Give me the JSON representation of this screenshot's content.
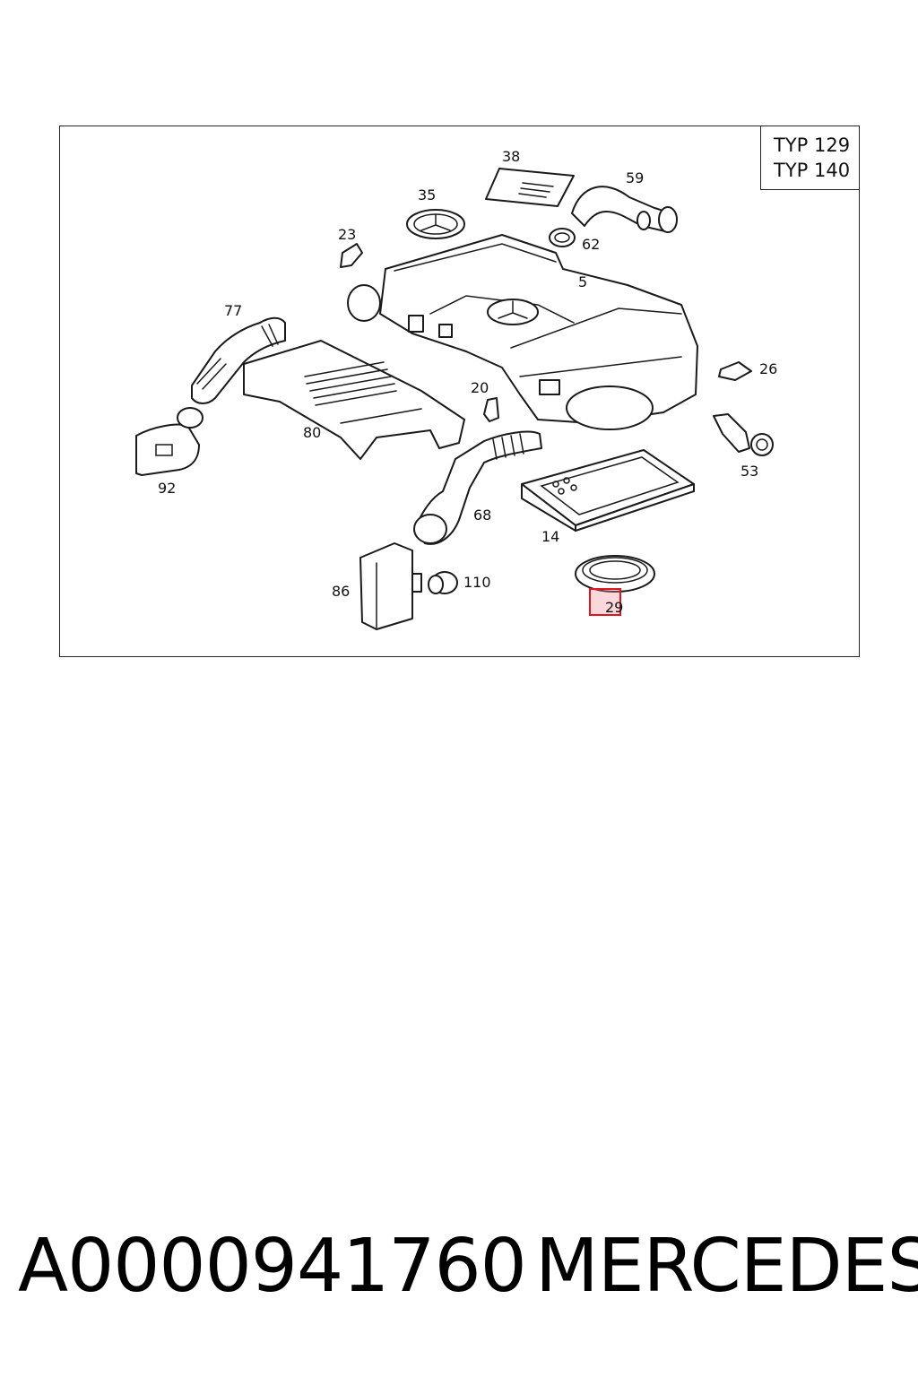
{
  "type_box": [
    "TYP 129",
    "TYP 140"
  ],
  "callouts": {
    "p38": "38",
    "p59": "59",
    "p35": "35",
    "p23": "23",
    "p62": "62",
    "p5": "5",
    "p77": "77",
    "p26": "26",
    "p20": "20",
    "p80": "80",
    "p53": "53",
    "p92": "92",
    "p68": "68",
    "p14": "14",
    "p110": "110",
    "p86": "86",
    "p29": "29"
  },
  "highlighted_part": "29",
  "footer": {
    "part_number": "A0000941760",
    "brand": "MERCEDES"
  },
  "colors": {
    "highlight": "#e0141e",
    "line": "#1a1a1a"
  }
}
